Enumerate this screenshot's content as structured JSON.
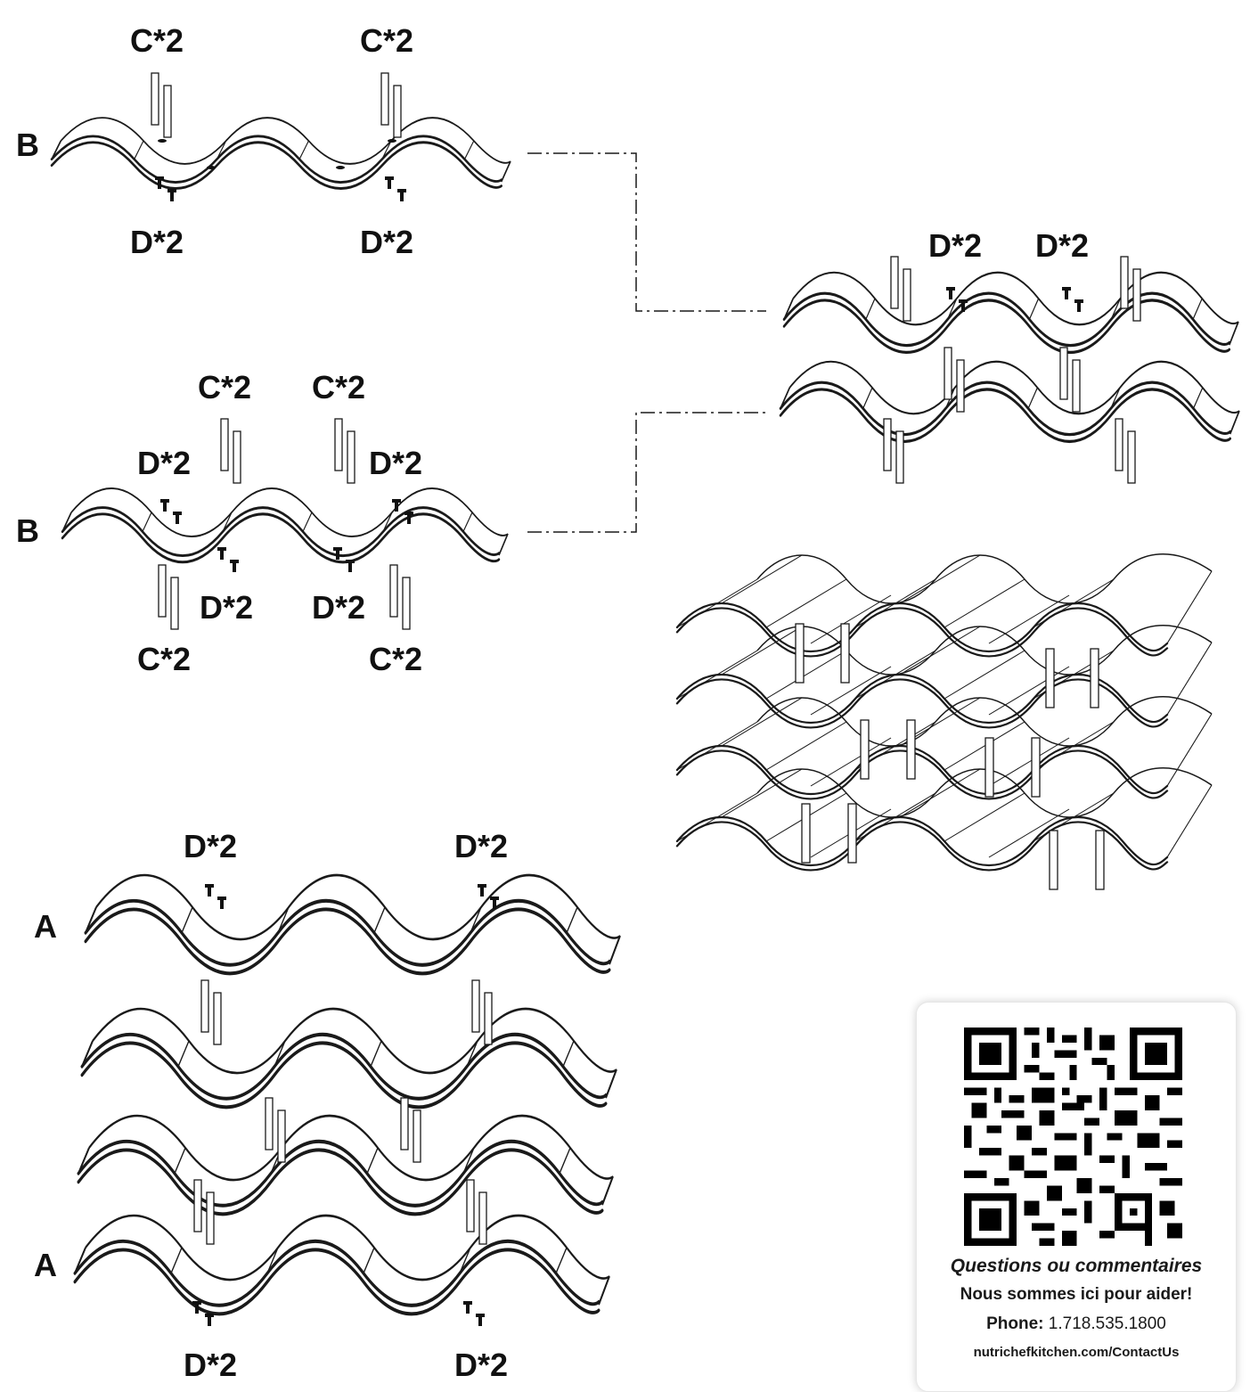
{
  "labels": {
    "panel_a": "A",
    "panel_b": "B",
    "peg_qty": "C*2",
    "screw_qty": "D*2"
  },
  "contact": {
    "title": "Questions ou commentaires",
    "subtitle": "Nous sommes ici pour aider!",
    "phone_label": "Phone:",
    "phone_number": "1.718.535.1800",
    "url": "nutrichefkitchen.com/ContactUs"
  },
  "colors": {
    "ink": "#1a1a1a",
    "background": "#ffffff"
  }
}
